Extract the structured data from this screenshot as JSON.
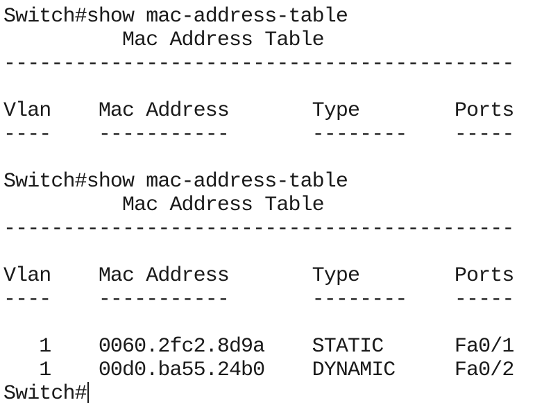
{
  "terminal": {
    "lines": [
      "Switch#show mac-address-table",
      "          Mac Address Table",
      "-------------------------------------------",
      "",
      "Vlan    Mac Address       Type        Ports",
      "----    -----------       --------    -----",
      "",
      "Switch#show mac-address-table",
      "          Mac Address Table",
      "-------------------------------------------",
      "",
      "Vlan    Mac Address       Type        Ports",
      "----    -----------       --------    -----",
      "",
      "   1    0060.2fc2.8d9a    STATIC      Fa0/1",
      "   1    00d0.ba55.24b0    DYNAMIC     Fa0/2"
    ],
    "prompt": "Switch#"
  }
}
